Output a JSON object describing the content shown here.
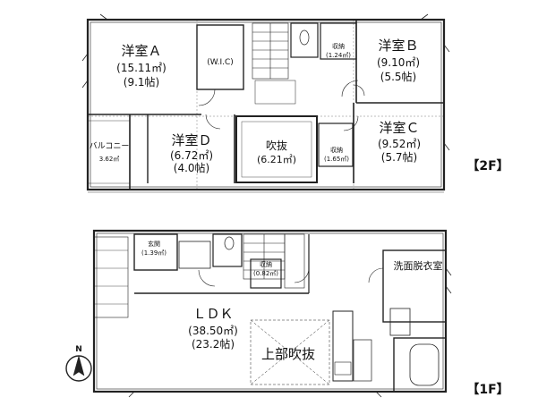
{
  "floor2": {
    "tag": "【2F】",
    "rooms": {
      "yoshitsu_a": {
        "name": "洋室Ａ",
        "area": "(15.11㎡)",
        "tatami": "(9.1帖)"
      },
      "wic": {
        "name": "(W.I.C)"
      },
      "shuno_top": {
        "name": "収納",
        "area": "(1.24㎡)"
      },
      "yoshitsu_b": {
        "name": "洋室Ｂ",
        "area": "(9.10㎡)",
        "tatami": "(5.5帖)"
      },
      "balcony": {
        "name": "バルコニー",
        "area": "3.62㎡"
      },
      "yoshitsu_d": {
        "name": "洋室Ｄ",
        "area": "(6.72㎡)",
        "tatami": "(4.0帖)"
      },
      "fukinuke": {
        "name": "吹抜",
        "area": "(6.21㎡)"
      },
      "shuno_mid": {
        "name": "収納",
        "area": "(1.65㎡)"
      },
      "yoshitsu_c": {
        "name": "洋室Ｃ",
        "area": "(9.52㎡)",
        "tatami": "(5.7帖)"
      }
    }
  },
  "floor1": {
    "tag": "【1F】",
    "rooms": {
      "genkan": {
        "name": "玄関",
        "area": "(1.39㎡)"
      },
      "shuno": {
        "name": "収納",
        "area": "(0.82㎡)"
      },
      "senmen": {
        "name": "洗面脱衣室"
      },
      "ldk": {
        "name": "ＬＤＫ",
        "area": "(38.50㎡)",
        "tatami": "(23.2帖)"
      },
      "jobu_fukinuke": {
        "name": "上部吹抜"
      }
    }
  },
  "compass": {
    "label": "N"
  },
  "colors": {
    "line": "#222222",
    "background": "#ffffff"
  }
}
